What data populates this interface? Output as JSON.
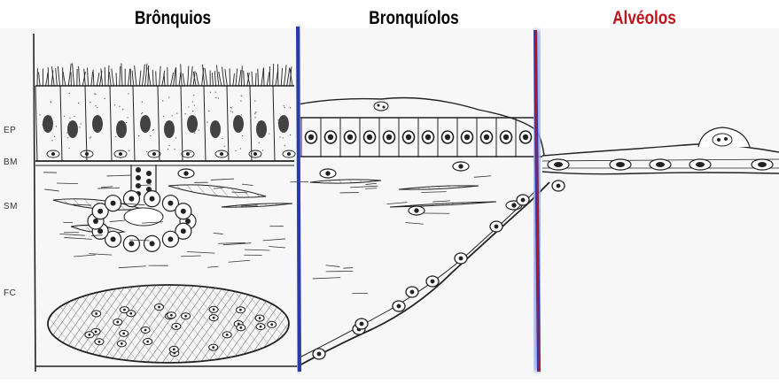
{
  "headings": [
    {
      "text": "Brônquios",
      "color": "#000000"
    },
    {
      "text": "Bronquíolos",
      "color": "#000000"
    },
    {
      "text": "Alvéolos",
      "color": "#c0141c"
    }
  ],
  "layer_labels": {
    "ep": "EP",
    "bm": "BM",
    "sm": "SM",
    "fc": "FC"
  },
  "colors": {
    "ink": "#1e1e1e",
    "divider_blue": "#2a3aa8",
    "divider_glow": "#9aa6e6",
    "divider_red": "#c0141c",
    "paper": "#f6f6f6"
  }
}
